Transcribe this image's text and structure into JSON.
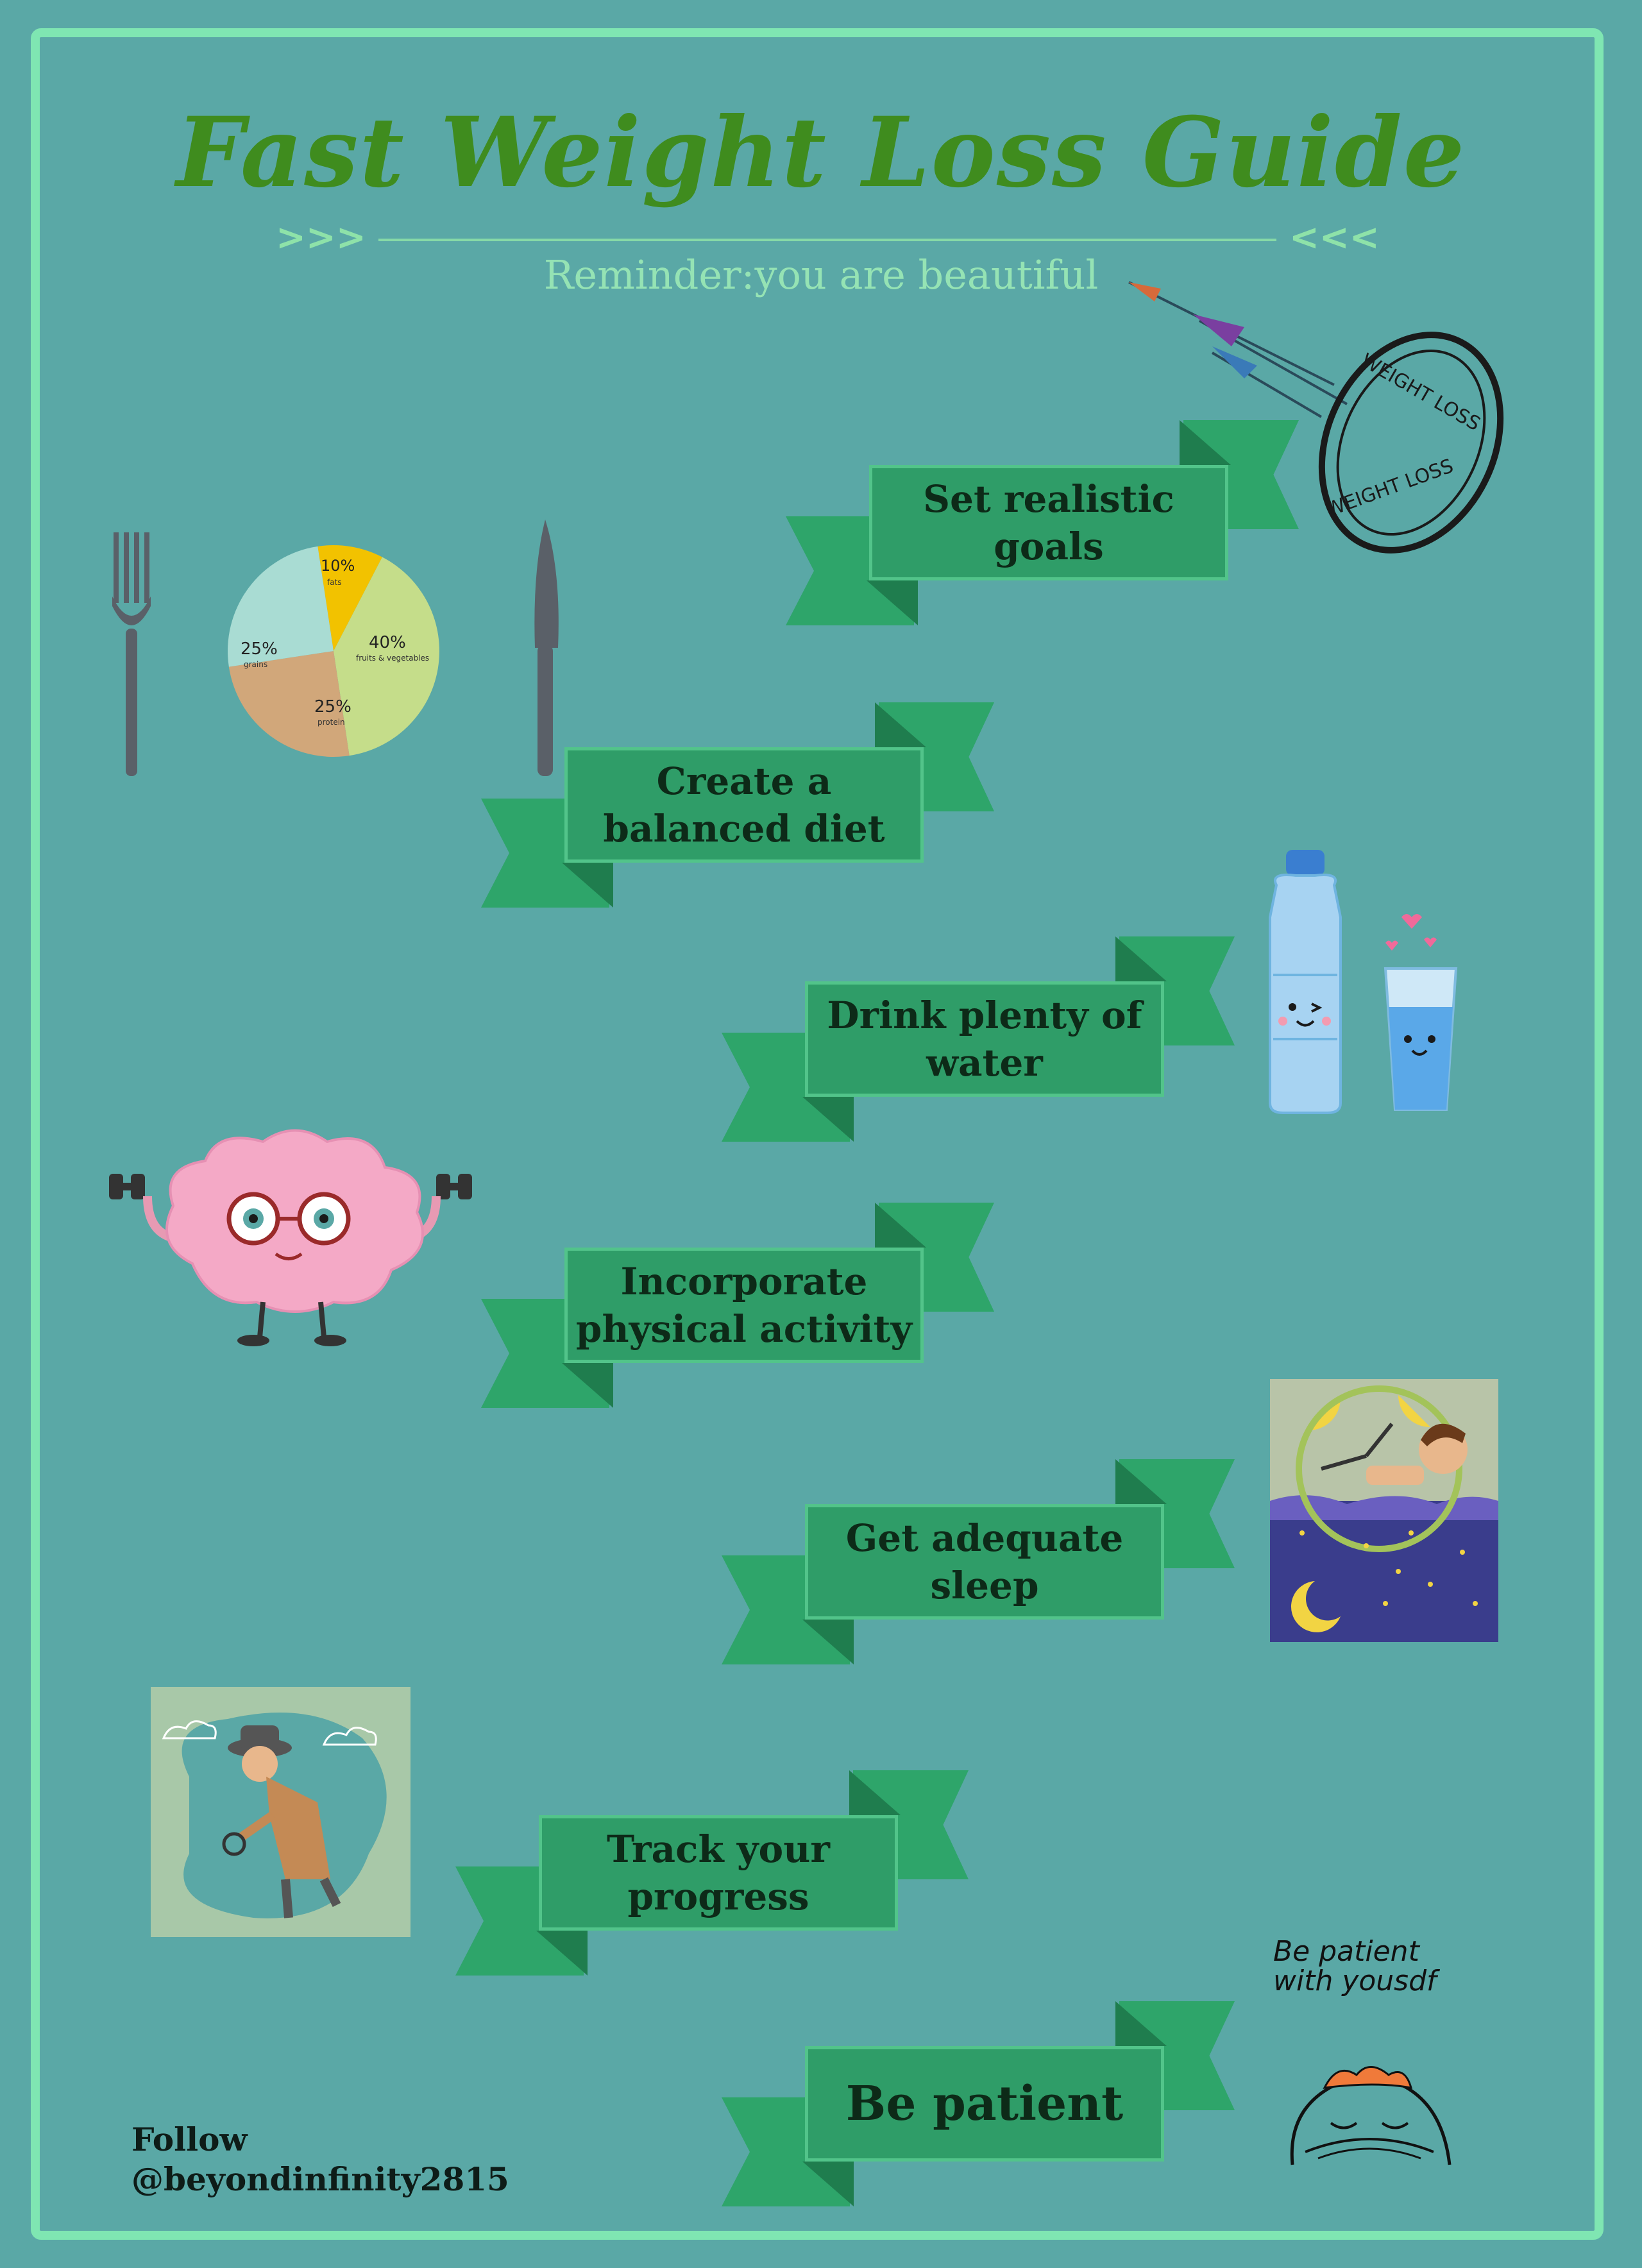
{
  "title": "Fast Weight Loss Guide",
  "subtitle": "Reminder:you are beautiful",
  "decor": {
    "left_chevrons": ">>>",
    "right_chevrons": "<<<"
  },
  "steps": [
    {
      "label": "Set realistic goals"
    },
    {
      "label": "Create a balanced diet"
    },
    {
      "label": "Drink plenty of water"
    },
    {
      "label": "Incorporate physical activity"
    },
    {
      "label": "Get adequate sleep"
    },
    {
      "label": "Track your progress"
    },
    {
      "label": "Be patient"
    }
  ],
  "badge": {
    "text_top": "WEIGHT LOSS",
    "text_bottom": "WEIGHT LOSS"
  },
  "pie": {
    "slices": [
      {
        "pct": "10%",
        "label": "fats",
        "value": 10,
        "color": "#f2c200"
      },
      {
        "pct": "40%",
        "label": "fruits & vegetables",
        "value": 40,
        "color": "#c5dd8a"
      },
      {
        "pct": "25%",
        "label": "protein",
        "value": 25,
        "color": "#d1a77a"
      },
      {
        "pct": "25%",
        "label": "grains",
        "value": 25,
        "color": "#a9dcd3"
      }
    ]
  },
  "patient_note": "Be patient with yousdf",
  "footer": {
    "follow": "Follow",
    "handle": "@beyondinfinity2815"
  },
  "colors": {
    "background": "#5aa8a6",
    "border": "#7fe6b2",
    "ribbon": "#2f9d68",
    "title": "#3f8c1e"
  }
}
